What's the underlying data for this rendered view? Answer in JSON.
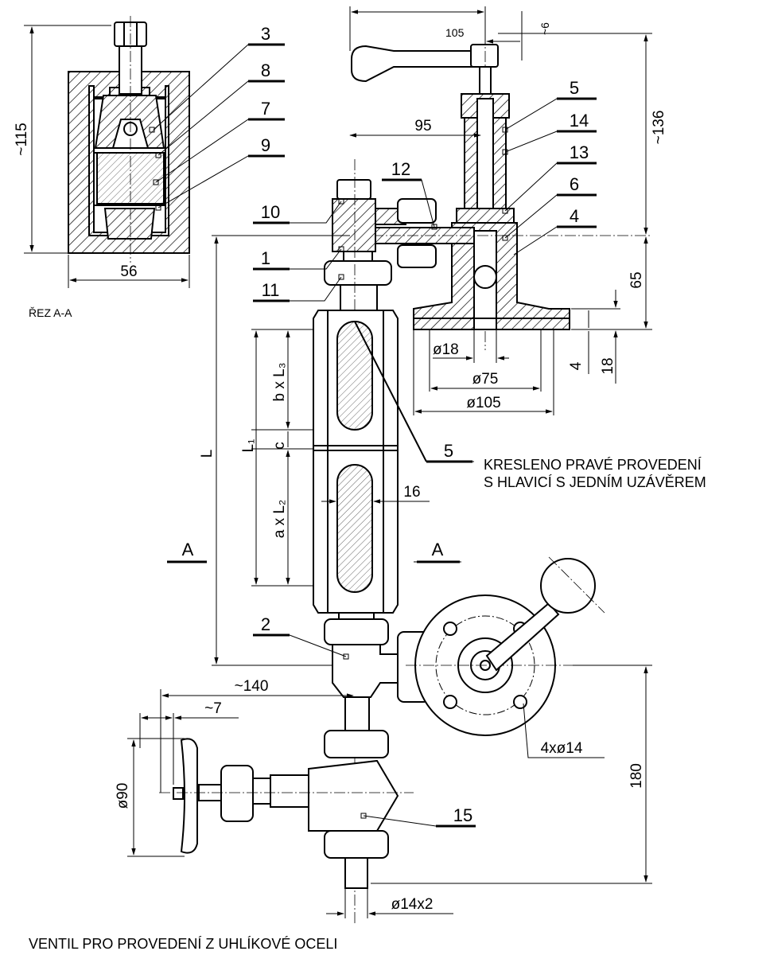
{
  "section_caption": "ŘEZ A-A",
  "note": {
    "line1": "KRESLENO PRAVÉ PROVEDENÍ",
    "line2": "S HLAVICÍ S JEDNÍM UZÁVĚREM"
  },
  "footer": "VENTIL PRO PROVEDENÍ Z UHLÍKOVÉ  OCELI",
  "parts": {
    "p3": "3",
    "p8": "8",
    "p7": "7",
    "p9": "9",
    "p5a": "5",
    "p14": "14",
    "p13": "13",
    "p6": "6",
    "p4": "4",
    "p12": "12",
    "p10": "10",
    "p1": "1",
    "p11": "11",
    "p5b": "5",
    "p2": "2",
    "p15": "15"
  },
  "section_marks": {
    "left": "A",
    "right": "A"
  },
  "dimensions": {
    "d_115": "~115",
    "d_56": "56",
    "d_105_top": "105",
    "d_6": "~6",
    "d_136": "~136",
    "d_95": "95",
    "d_65": "65",
    "d_4": "4",
    "d_18": "18",
    "d_dia18": "ø18",
    "d_dia75": "ø75",
    "d_dia105": "ø105",
    "d_L": "L",
    "d_L1": "L₁",
    "d_bL3": "b x L₃",
    "d_c": "c",
    "d_aL2": "a x L₂",
    "d_16": "16",
    "d_140": "~140",
    "d_7": "~7",
    "d_dia90": "ø90",
    "d_180": "180",
    "d_4x14": "4xø14",
    "d_14x2": "ø14x2"
  }
}
